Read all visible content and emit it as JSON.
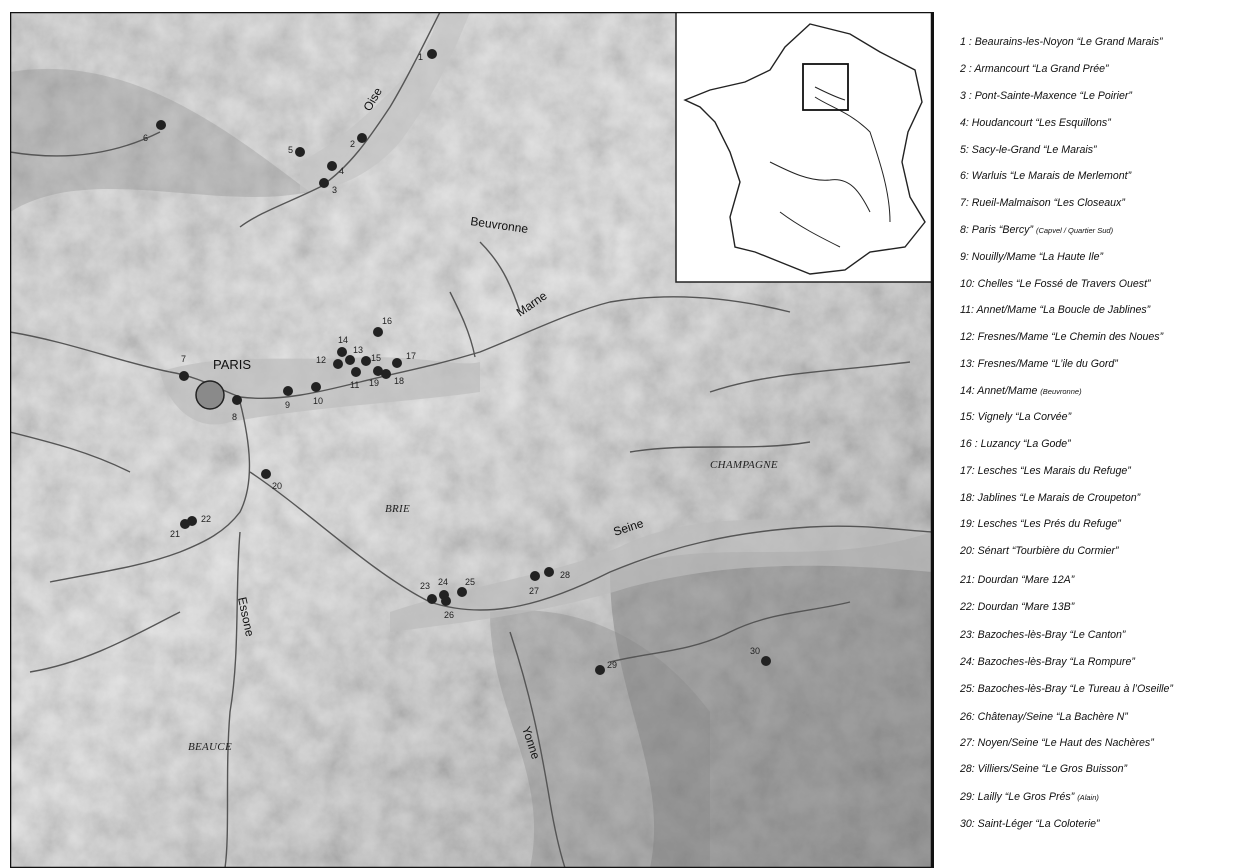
{
  "map": {
    "cities": [
      {
        "name": "PARIS"
      }
    ],
    "regions": [
      {
        "name": "CHAMPAGNE"
      },
      {
        "name": "BRIE"
      },
      {
        "name": "BEAUCE"
      }
    ],
    "rivers": [
      {
        "name": "Oise"
      },
      {
        "name": "Beuvronne"
      },
      {
        "name": "Marne"
      },
      {
        "name": "Seine"
      },
      {
        "name": "Essone"
      },
      {
        "name": "Yonne"
      }
    ],
    "sites": [
      {
        "id": "1"
      },
      {
        "id": "2"
      },
      {
        "id": "3"
      },
      {
        "id": "4"
      },
      {
        "id": "5"
      },
      {
        "id": "6"
      },
      {
        "id": "7"
      },
      {
        "id": "8"
      },
      {
        "id": "9"
      },
      {
        "id": "10"
      },
      {
        "id": "11"
      },
      {
        "id": "12"
      },
      {
        "id": "13"
      },
      {
        "id": "14"
      },
      {
        "id": "15"
      },
      {
        "id": "16"
      },
      {
        "id": "17"
      },
      {
        "id": "18"
      },
      {
        "id": "19"
      },
      {
        "id": "20"
      },
      {
        "id": "21"
      },
      {
        "id": "22"
      },
      {
        "id": "23"
      },
      {
        "id": "24"
      },
      {
        "id": "25"
      },
      {
        "id": "26"
      },
      {
        "id": "27"
      },
      {
        "id": "28"
      },
      {
        "id": "29"
      },
      {
        "id": "30"
      }
    ],
    "inset": {
      "description": "France overview with study-area box"
    }
  },
  "legend": {
    "items": [
      {
        "label": "1 : Beaurains-les-Noyon “Le Grand Marais”",
        "sub": ""
      },
      {
        "label": "2 : Armancourt “La Grand Prée”",
        "sub": ""
      },
      {
        "label": "3 : Pont-Sainte-Maxence “Le Poirier”",
        "sub": ""
      },
      {
        "label": "4: Houdancourt “Les Esquillons”",
        "sub": ""
      },
      {
        "label": "5: Sacy-le-Grand “Le Marais”",
        "sub": ""
      },
      {
        "label": "6: Warluis “Le Marais de Merlemont”",
        "sub": ""
      },
      {
        "label": "7: Rueil-Malmaison “Les Closeaux”",
        "sub": ""
      },
      {
        "label": "8: Paris “Bercy”",
        "sub": "(Capvel / Quartier Sud)"
      },
      {
        "label": "9: Nouilly/Mame “La Haute Ile”",
        "sub": ""
      },
      {
        "label": "10: Chelles “Le Fossé de Travers Ouest”",
        "sub": ""
      },
      {
        "label": "11: Annet/Mame “La Boucle de Jablines”",
        "sub": ""
      },
      {
        "label": "12: Fresnes/Mame “Le Chemin des Noues”",
        "sub": ""
      },
      {
        "label": "13: Fresnes/Mame “L’ile du Gord”",
        "sub": ""
      },
      {
        "label": "14: Annet/Mame",
        "sub": "(Beuvronne)"
      },
      {
        "label": "15: Vignely “La Corvée”",
        "sub": ""
      },
      {
        "label": "16 : Luzancy “La Gode”",
        "sub": ""
      },
      {
        "label": "17: Lesches “Les Marais du Refuge”",
        "sub": ""
      },
      {
        "label": "18: Jablines “Le Marais de Croupeton”",
        "sub": ""
      },
      {
        "label": "19: Lesches “Les Prés du Refuge”",
        "sub": ""
      },
      {
        "label": "20: Sénart “Tourbière du Cormier”",
        "sub": ""
      },
      {
        "label": "21: Dourdan “Mare 12A”",
        "sub": ""
      },
      {
        "label": "22: Dourdan “Mare 13B”",
        "sub": ""
      },
      {
        "label": "23: Bazoches-lès-Bray “Le Canton”",
        "sub": ""
      },
      {
        "label": "24: Bazoches-lès-Bray “La Rompure”",
        "sub": ""
      },
      {
        "label": "25: Bazoches-lès-Bray “Le Tureau à l’Oseille”",
        "sub": ""
      },
      {
        "label": "26: Châtenay/Seine “La Bachère N”",
        "sub": ""
      },
      {
        "label": "27: Noyen/Seine “Le Haut des Nachères”",
        "sub": ""
      },
      {
        "label": "28: Villiers/Seine “Le Gros Buisson”",
        "sub": ""
      },
      {
        "label": "29: Lailly “Le Gros Prés”",
        "sub": "(Alain)"
      },
      {
        "label": "30: Saint-Léger “La Coloterie”",
        "sub": ""
      }
    ]
  }
}
